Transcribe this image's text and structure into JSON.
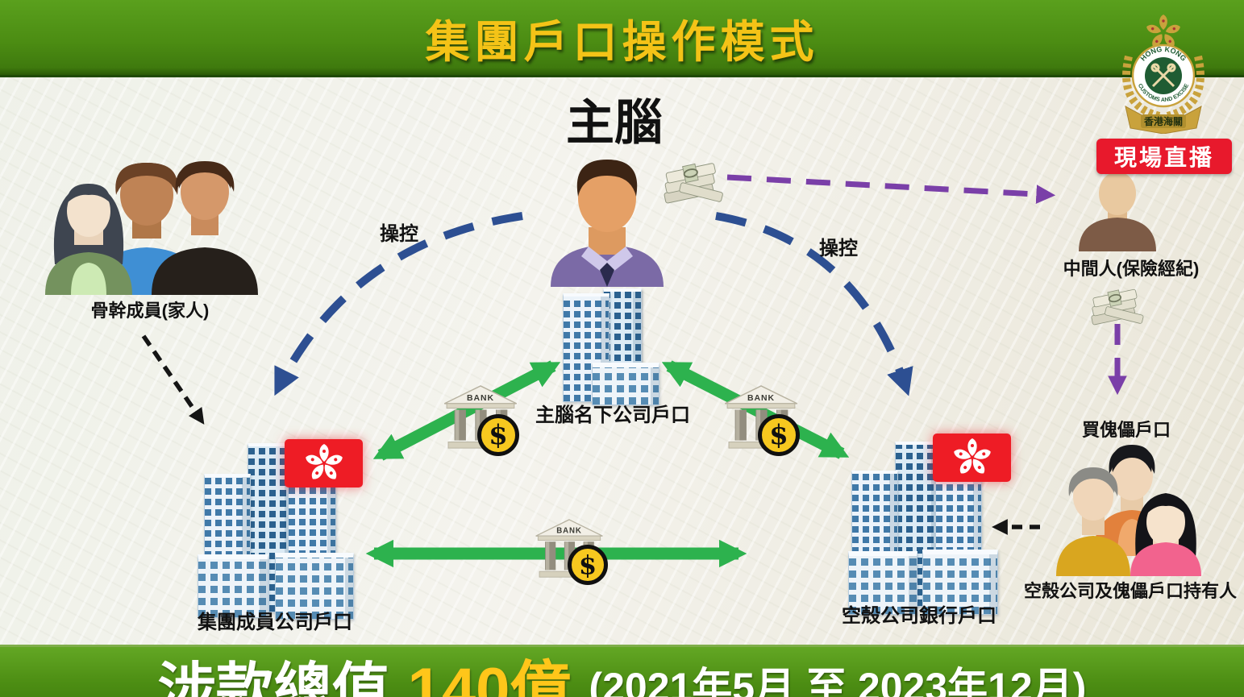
{
  "title": "集團戶口操作模式",
  "logo": {
    "arc_top": "HONG KONG",
    "arc_bottom": "CUSTOMS AND EXCISE",
    "ribbon": "香港海關"
  },
  "live_badge": "現場直播",
  "diagram": {
    "mastermind": "主腦",
    "control_left": "操控",
    "control_right": "操控",
    "family": "骨幹成員(家人)",
    "mastermind_company": "主腦名下公司戶口",
    "member_company": "集團成員公司戶口",
    "shell_bank": "空殼公司銀行戶口",
    "middleman": "中間人(保險經紀)",
    "buy_puppet": "買傀儡戶口",
    "holders": "空殼公司及傀儡戶口持有人",
    "bank": "BANK",
    "dollar": "$"
  },
  "footer": {
    "prefix": "涉款總值",
    "amount": "140億",
    "period": "(2021年5月 至 2023年12月)"
  },
  "colors": {
    "banner_green": "#4c8d13",
    "title_gold": "#f4c317",
    "arrow_green": "#2db24e",
    "arrow_blue": "#2d4f92",
    "arrow_purple": "#7a3fa8",
    "badge_red": "#e8192c",
    "flag_red": "#ee1c25",
    "amount_gold": "#ffc61a"
  }
}
